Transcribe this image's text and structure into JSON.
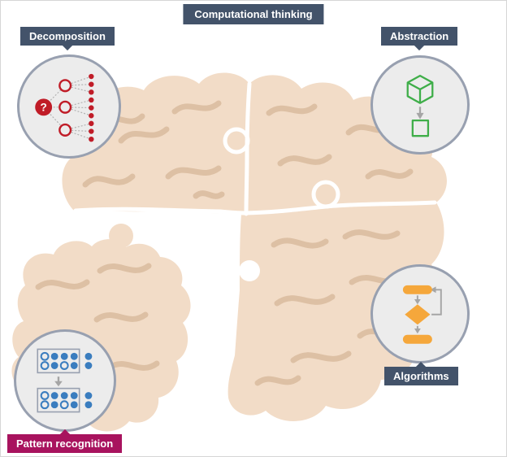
{
  "title": "Computational thinking",
  "nodes": {
    "decomposition": {
      "label": "Decomposition",
      "icon": "tree-diagram-icon",
      "question_mark": "?"
    },
    "abstraction": {
      "label": "Abstraction",
      "icon": "cube-to-square-icon"
    },
    "algorithms": {
      "label": "Algorithms",
      "icon": "flowchart-icon"
    },
    "pattern_recognition": {
      "label": "Pattern recognition",
      "icon": "dot-pattern-icon"
    }
  },
  "illustration": {
    "name": "brain-made-of-jigsaw-pieces",
    "detached_piece": "bottom-left-puzzle-piece"
  },
  "colors": {
    "label_bg": "#43536a",
    "pattern_label_bg": "#a8135e",
    "label_text": "#ffffff",
    "brain_fill": "#f2dcc7",
    "brain_fold": "#ddc0a4",
    "circle_fill": "#ececec",
    "circle_border": "#98a0b0",
    "decomposition_red": "#c01c27",
    "abstraction_green": "#3fae49",
    "pattern_blue": "#3a7dbf",
    "algorithms_orange": "#f5a73b",
    "arrow_grey": "#a5a5a5"
  }
}
